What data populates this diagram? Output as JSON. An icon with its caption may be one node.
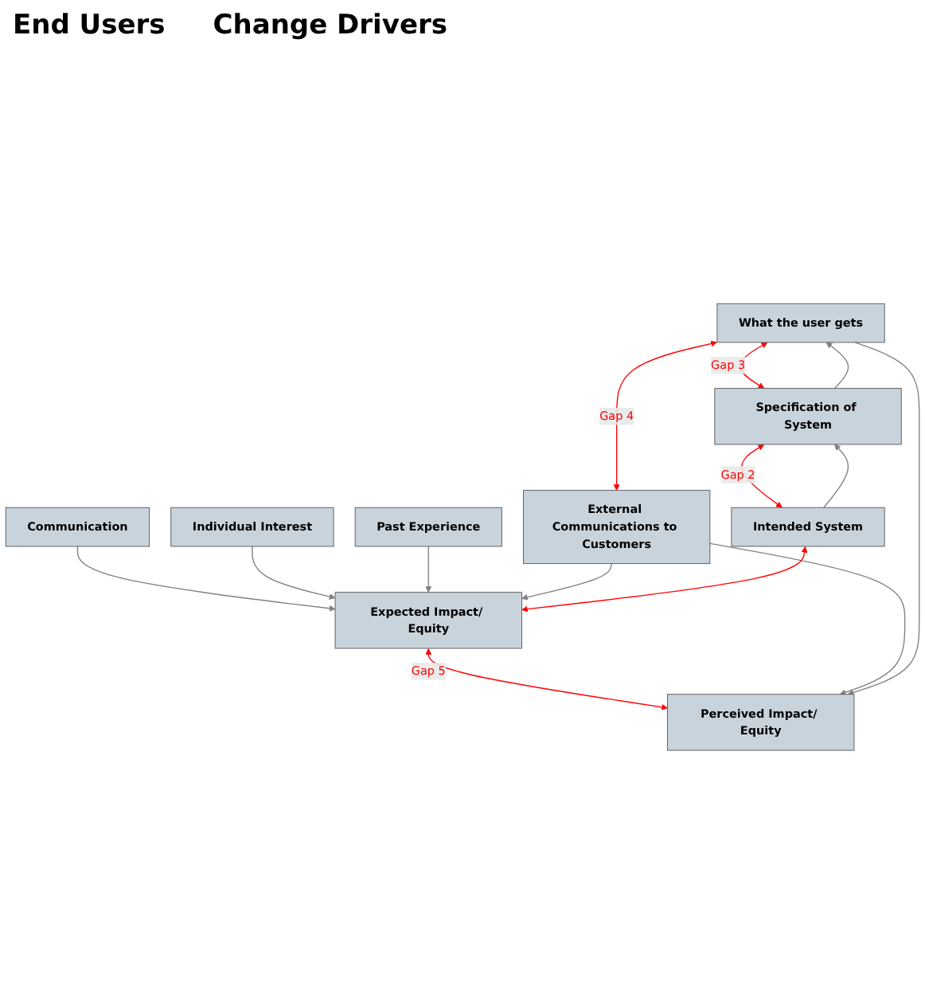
{
  "diagram": {
    "nodes": [
      {
        "text": [
          "Communication"
        ]
      },
      {
        "text": [
          "Individual Interest"
        ]
      },
      {
        "text": [
          "Past Experience"
        ]
      },
      {
        "text": [
          "Expected Impact/ Equity"
        ]
      },
      {
        "text": [
          "Perceived Impact/ Equity"
        ]
      },
      {
        "text": [
          "What the user gets"
        ]
      },
      {
        "text": [
          "External Communications to Customers"
        ]
      },
      {
        "text": [
          "Specification of System"
        ]
      },
      {
        "text": [
          "Intended System"
        ]
      }
    ],
    "edges": [
      {
        "from": 0,
        "to": 3,
        "arrow": "to"
      },
      {
        "from": 1,
        "to": 3,
        "arrow": "to"
      },
      {
        "from": 2,
        "to": 3,
        "arrow": "to"
      },
      {
        "from": 3,
        "to": 4,
        "arrow": "both",
        "label": "Gap 5",
        "color": "#ff0000"
      },
      {
        "from": 6,
        "to": 3,
        "arrow": "to"
      },
      {
        "from": 6,
        "to": 4,
        "arrow": "to"
      },
      {
        "from": 5,
        "to": 4,
        "arrow": "to"
      },
      {
        "from": 5,
        "to": 6,
        "arrow": "both",
        "label": "Gap 4",
        "color": "#ff0000"
      },
      {
        "from": 7,
        "to": 5,
        "arrow": "to"
      },
      {
        "from": 5,
        "to": 7,
        "arrow": "both",
        "label": "Gap 3",
        "color": "#ff0000"
      },
      {
        "from": 8,
        "to": 7,
        "arrow": "to"
      },
      {
        "from": 7,
        "to": 8,
        "arrow": "both",
        "label": "Gap 2",
        "color": "#ff0000"
      },
      {
        "from": 8,
        "to": 3,
        "arrow": "both",
        "color": "#ff0000"
      }
    ],
    "labels": [
      "End Users",
      "Change Drivers"
    ]
  }
}
